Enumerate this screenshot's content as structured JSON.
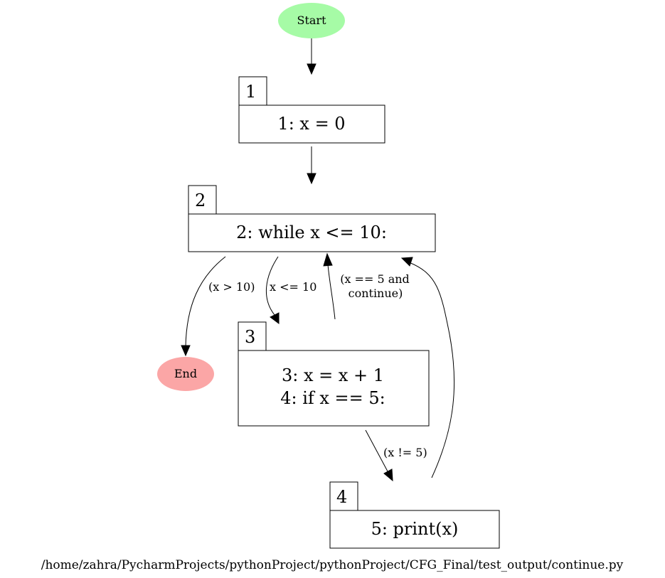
{
  "start": {
    "label": "Start",
    "fill": "#a6fba6"
  },
  "end": {
    "label": "End",
    "fill": "#fba6a6"
  },
  "blocks": [
    {
      "id": "1",
      "lines": [
        "1: x = 0"
      ]
    },
    {
      "id": "2",
      "lines": [
        "2: while x <= 10:"
      ]
    },
    {
      "id": "3",
      "lines": [
        "3: x = x + 1",
        "4: if x == 5:"
      ]
    },
    {
      "id": "4",
      "lines": [
        "5: print(x)"
      ]
    }
  ],
  "edges": {
    "b2_end": "(x > 10)",
    "b2_b3": "x <= 10",
    "b3_b2_line1": "(x == 5 and",
    "b3_b2_line2": "continue)",
    "b3_b4": "(x != 5)"
  },
  "caption": "/home/zahra/PycharmProjects/pythonProject/pythonProject/CFG_Final/test_output/continue.py"
}
